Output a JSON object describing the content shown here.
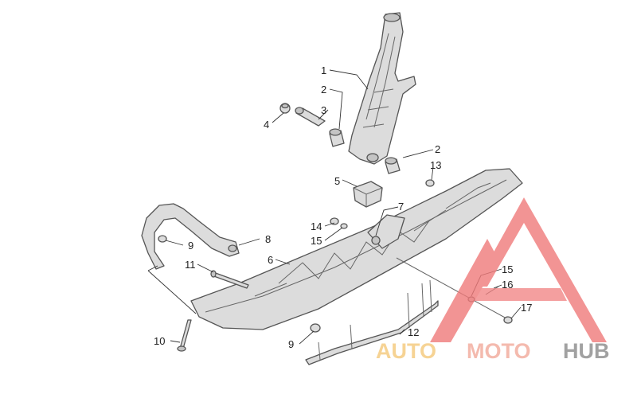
{
  "callouts": {
    "c1": "1",
    "c2a": "2",
    "c2b": "2",
    "c3": "3",
    "c4": "4",
    "c5": "5",
    "c6": "6",
    "c7": "7",
    "c8": "8",
    "c9a": "9",
    "c9b": "9",
    "c10": "10",
    "c11": "11",
    "c12": "12",
    "c13": "13",
    "c14": "14",
    "c15a": "15",
    "c15b": "15",
    "c16": "16",
    "c17": "17"
  },
  "watermark": {
    "part1": "AUTO",
    "part2": "MOTO",
    "part3": "HUB",
    "colors": {
      "auto": "#f5c97a",
      "moto": "#f2a99a",
      "hub": "#9a9a9a",
      "triangle": "#f07a7a"
    }
  }
}
